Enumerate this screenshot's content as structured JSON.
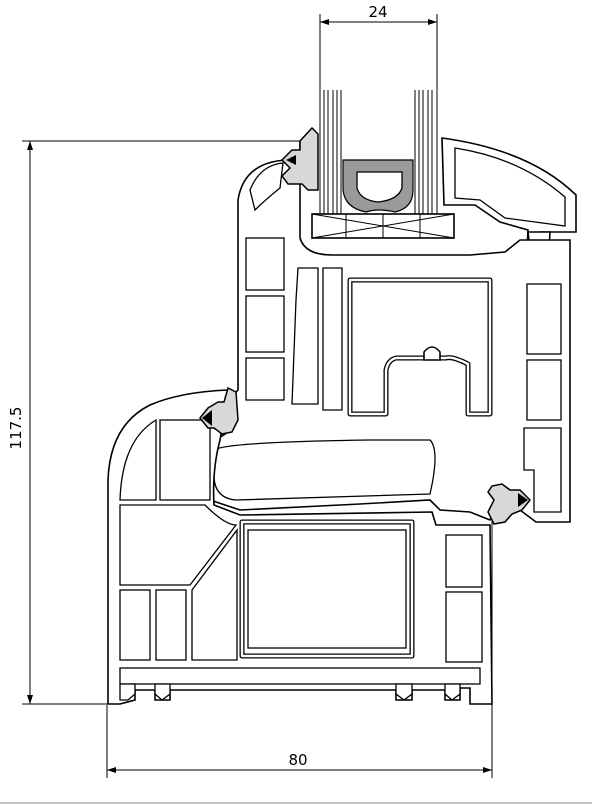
{
  "dimensions": {
    "glass_width": "24",
    "frame_depth": "80",
    "total_height": "117.5"
  }
}
